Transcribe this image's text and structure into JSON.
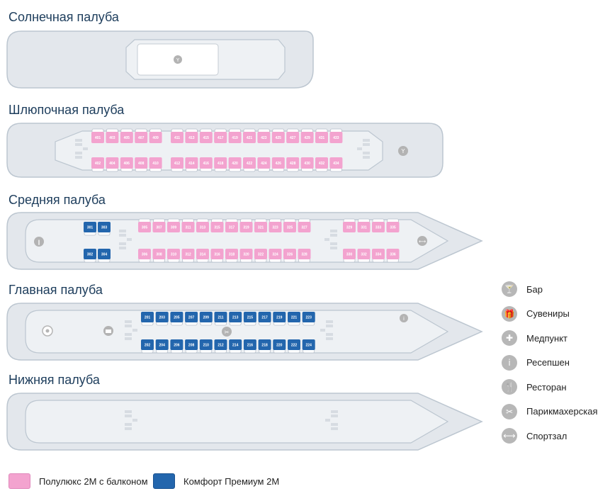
{
  "decks": {
    "sun": "Солнечная палуба",
    "boat": "Шлюпочная палуба",
    "middle": "Средняя палуба",
    "main": "Главная палуба",
    "lower": "Нижняя палуба"
  },
  "cabins": {
    "boat_top": [
      "401",
      "403",
      "405",
      "407",
      "409",
      "411",
      "413",
      "415",
      "417",
      "419",
      "421",
      "423",
      "425",
      "427",
      "429",
      "431",
      "433"
    ],
    "boat_bottom": [
      "402",
      "404",
      "406",
      "408",
      "410",
      "412",
      "414",
      "416",
      "418",
      "420",
      "422",
      "424",
      "426",
      "428",
      "430",
      "432",
      "434"
    ],
    "middle_blue_top": [
      "301",
      "303"
    ],
    "middle_blue_bottom": [
      "302",
      "304"
    ],
    "middle_top": [
      "305",
      "307",
      "309",
      "311",
      "313",
      "315",
      "317",
      "319",
      "321",
      "323",
      "325",
      "327"
    ],
    "middle_bottom": [
      "306",
      "308",
      "310",
      "312",
      "314",
      "316",
      "318",
      "320",
      "322",
      "324",
      "326",
      "328"
    ],
    "middle_top_aft": [
      "329",
      "331",
      "333",
      "335"
    ],
    "middle_bottom_aft": [
      "330",
      "332",
      "334",
      "336"
    ],
    "main_top": [
      "201",
      "203",
      "205",
      "207",
      "209",
      "211",
      "213",
      "215",
      "217",
      "219",
      "221",
      "223"
    ],
    "main_bottom": [
      "202",
      "204",
      "206",
      "208",
      "210",
      "212",
      "214",
      "216",
      "218",
      "220",
      "222",
      "224"
    ]
  },
  "legend": [
    {
      "label": "Бар",
      "icon": "cocktail-icon",
      "glyph": "🍸"
    },
    {
      "label": "Сувениры",
      "icon": "gift-icon",
      "glyph": "🎁"
    },
    {
      "label": "Медпункт",
      "icon": "medical-icon",
      "glyph": "✚"
    },
    {
      "label": "Ресепшен",
      "icon": "info-icon",
      "glyph": "i"
    },
    {
      "label": "Ресторан",
      "icon": "restaurant-icon",
      "glyph": "🍴"
    },
    {
      "label": "Парикмахерская",
      "icon": "scissors-icon",
      "glyph": "✂"
    },
    {
      "label": "Спортзал",
      "icon": "dumbbell-icon",
      "glyph": "⟷"
    }
  ],
  "cabin_types": [
    {
      "label": "Полулюкс 2М с балконом",
      "color": "#f3a3cf"
    },
    {
      "label": "Комфорт Премиум 2М",
      "color": "#2366ad"
    }
  ]
}
